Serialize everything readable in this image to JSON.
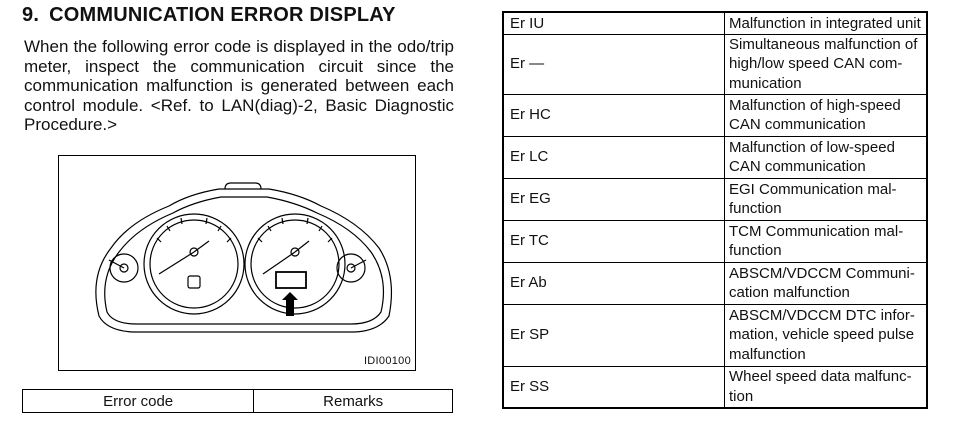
{
  "section": {
    "number": "9.",
    "title": "COMMUNICATION ERROR DISPLAY",
    "body": "When the following error code is displayed in the odo/trip meter, inspect the communication circuit since the communication malfunction is generated between each control module. <Ref. to LAN(diag)-2, Basic Diagnostic Procedure.>"
  },
  "figure": {
    "label": "IDI00100"
  },
  "bottom_table": {
    "headers": [
      "Error code",
      "Remarks"
    ]
  },
  "error_table": {
    "rows": [
      {
        "code": "Er IU",
        "remarks": [
          "Malfunction in integrated unit"
        ]
      },
      {
        "code": "Er —",
        "remarks": [
          "Simultaneous malfunction of",
          "high/low speed CAN com-",
          "munication"
        ]
      },
      {
        "code": "Er HC",
        "remarks": [
          "Malfunction of high-speed",
          "CAN communication"
        ]
      },
      {
        "code": "Er LC",
        "remarks": [
          "Malfunction of low-speed",
          "CAN communication"
        ]
      },
      {
        "code": "Er EG",
        "remarks": [
          "EGI Communication mal-",
          "function"
        ]
      },
      {
        "code": "Er TC",
        "remarks": [
          "TCM Communication mal-",
          "function"
        ]
      },
      {
        "code": "Er Ab",
        "remarks": [
          "ABSCM/VDCCM Communi-",
          "cation malfunction"
        ]
      },
      {
        "code": "Er SP",
        "remarks": [
          "ABSCM/VDCCM DTC infor-",
          "mation, vehicle speed pulse",
          "malfunction"
        ]
      },
      {
        "code": "Er SS",
        "remarks": [
          "Wheel speed data malfunc-",
          "tion"
        ]
      }
    ]
  }
}
